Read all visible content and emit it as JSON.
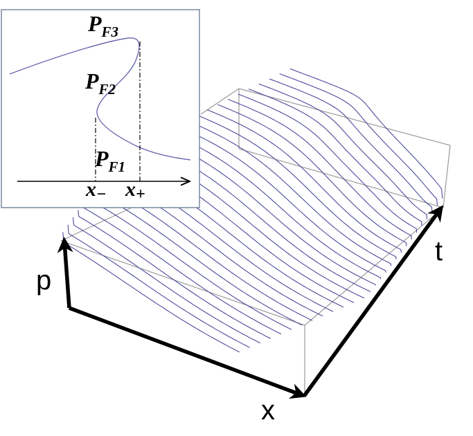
{
  "axes": {
    "x_label": "x",
    "t_label": "t",
    "p_label": "p"
  },
  "inset": {
    "points": [
      {
        "base": "P",
        "sub": "F3"
      },
      {
        "base": "P",
        "sub": "F2"
      },
      {
        "base": "P",
        "sub": "F1"
      }
    ],
    "x_markers": [
      {
        "base": "x",
        "sub": "−"
      },
      {
        "base": "x",
        "sub": "+"
      }
    ]
  },
  "colors": {
    "curve": "#4a4a9c",
    "box": "#9a9a9a",
    "axis": "#000000"
  },
  "surface": {
    "curve_count": 28
  }
}
